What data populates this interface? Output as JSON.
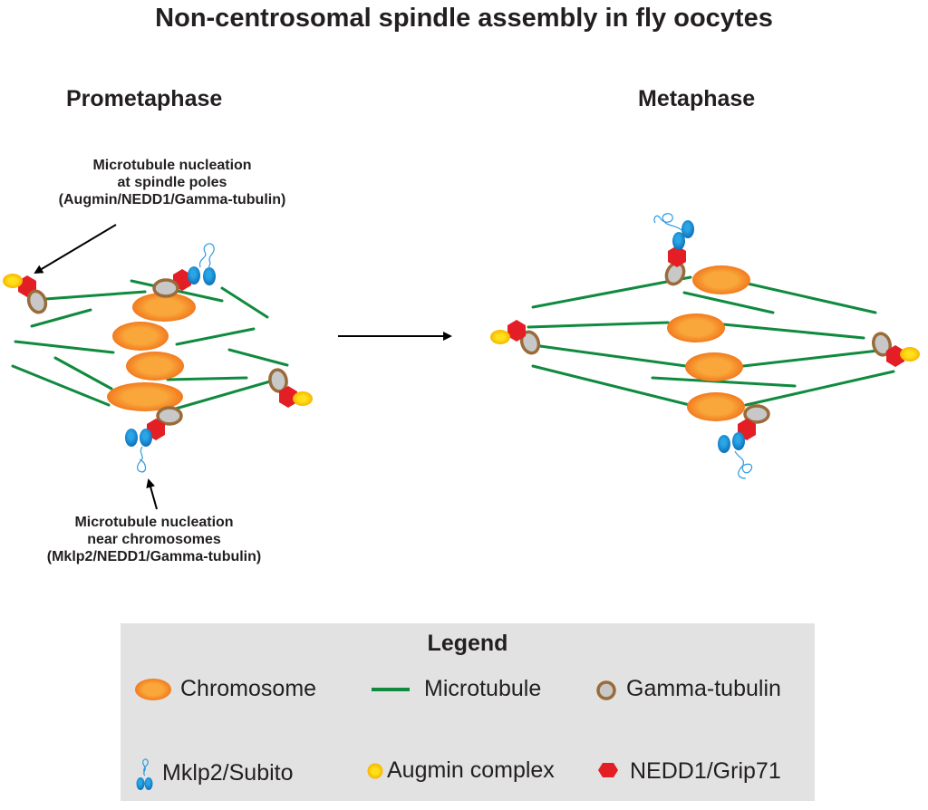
{
  "title": "Non-centrosomal spindle assembly in fly oocytes",
  "panels": {
    "left": {
      "label": "Prometaphase"
    },
    "right": {
      "label": "Metaphase"
    }
  },
  "annotations": {
    "top": {
      "line1": "Microtubule nucleation",
      "line2": "at spindle poles",
      "line3": "(Augmin/NEDD1/Gamma-tubulin)"
    },
    "bottom": {
      "line1": "Microtubule nucleation",
      "line2": "near chromosomes",
      "line3": "(Mklp2/NEDD1/Gamma-tubulin)"
    }
  },
  "legend": {
    "title": "Legend",
    "items": [
      {
        "label": "Chromosome",
        "icon": "chromosome-icon"
      },
      {
        "label": "Microtubule",
        "icon": "microtubule-icon"
      },
      {
        "label": "Gamma-tubulin",
        "icon": "gamma-tubulin-icon"
      },
      {
        "label": "Mklp2/Subito",
        "icon": "mklp2-icon"
      },
      {
        "label": "Augmin complex",
        "icon": "augmin-icon"
      },
      {
        "label": "NEDD1/Grip71",
        "icon": "nedd1-icon"
      }
    ]
  },
  "colors": {
    "chromosome_fill": "#f9a73a",
    "chromosome_edge": "#f27a1f",
    "microtubule": "#0f8a3e",
    "gamma_tubulin_fill": "#c8c8c8",
    "gamma_tubulin_edge": "#9a6b3a",
    "mklp2": "#1f8fd6",
    "augmin": "#ffe01a",
    "nedd1": "#e31e25",
    "legend_bg": "#e2e2e2"
  }
}
